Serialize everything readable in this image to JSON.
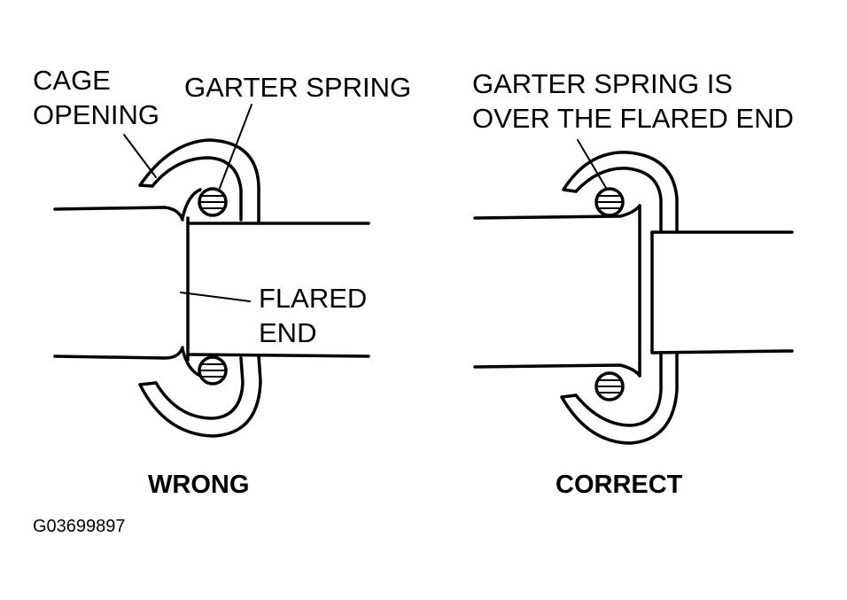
{
  "left": {
    "cage_opening": [
      "CAGE",
      "OPENING"
    ],
    "garter_spring": "GARTER SPRING",
    "flared_end": [
      "FLARED",
      "END"
    ],
    "caption": "WRONG"
  },
  "right": {
    "garter_spring_note": [
      "GARTER SPRING IS",
      "OVER THE FLARED END"
    ],
    "caption": "CORRECT"
  },
  "figure_id": "G03699897"
}
